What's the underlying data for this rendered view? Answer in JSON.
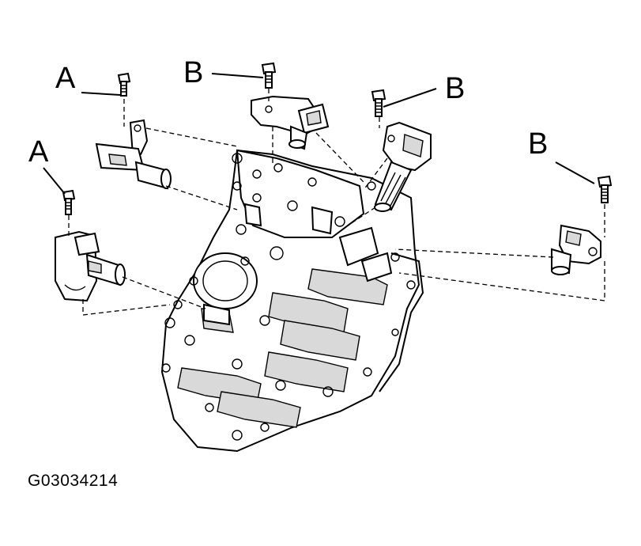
{
  "callouts": {
    "a_top": "A",
    "a_left": "A",
    "b_top_left": "B",
    "b_top_right": "B",
    "b_right": "B"
  },
  "figure_id": "G03034214"
}
